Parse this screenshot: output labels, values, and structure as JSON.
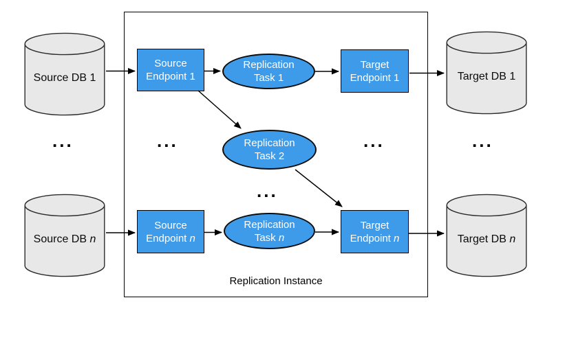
{
  "colors": {
    "node_fill_blue": "#3E9BE9",
    "node_border_black": "#000000",
    "db_cylinder_fill_gray": "#E8E8E8",
    "arrow_black": "#000000",
    "background_white": "#FFFFFF"
  },
  "replication_instance": {
    "label": "Replication Instance"
  },
  "nodes": {
    "source_db_1": {
      "text": "Source DB 1",
      "italic": ""
    },
    "source_db_n": {
      "text": "Source DB ",
      "italic": "n"
    },
    "target_db_1": {
      "text": "Target DB 1",
      "italic": ""
    },
    "target_db_n": {
      "text": "Target DB ",
      "italic": "n"
    },
    "source_endpoint_1": {
      "line1": "Source",
      "line2": "Endpoint 1",
      "line2_italic": ""
    },
    "source_endpoint_n": {
      "line1": "Source",
      "line2": "Endpoint ",
      "line2_italic": "n"
    },
    "target_endpoint_1": {
      "line1": "Target",
      "line2": "Endpoint 1",
      "line2_italic": ""
    },
    "target_endpoint_n": {
      "line1": "Target",
      "line2": "Endpoint ",
      "line2_italic": "n"
    },
    "replication_task_1": {
      "line1": "Replication",
      "line2": "Task 1",
      "line2_italic": ""
    },
    "replication_task_2": {
      "line1": "Replication",
      "line2": "Task 2",
      "line2_italic": ""
    },
    "replication_task_n": {
      "line1": "Replication",
      "line2": "Task ",
      "line2_italic": "n"
    }
  },
  "ellipsis": "..."
}
